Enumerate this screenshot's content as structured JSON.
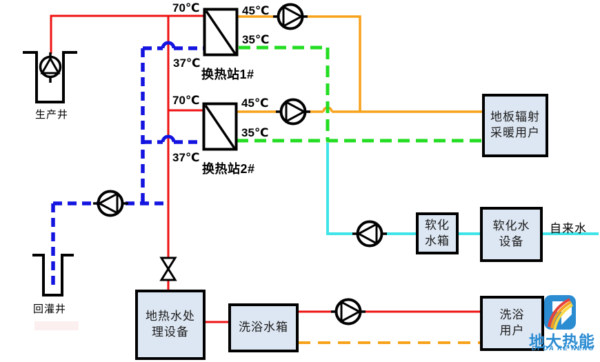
{
  "temperatures": {
    "hx1": {
      "supply": "70℃",
      "outlet": "45℃",
      "return": "35℃",
      "back": "37℃"
    },
    "hx2": {
      "supply": "70℃",
      "outlet": "45℃",
      "return": "35℃",
      "back": "37℃"
    }
  },
  "stations": {
    "hx1": "换热站1#",
    "hx2": "换热站2#"
  },
  "wells": {
    "production": "生产井",
    "reinjection": "回灌井"
  },
  "boxes": {
    "floor_users": {
      "line1": "地板辐射",
      "line2": "采暖用户"
    },
    "softened_tank": {
      "line1": "软化",
      "line2": "水箱"
    },
    "softener": {
      "line1": "软化水",
      "line2": "设备"
    },
    "treatment": {
      "line1": "地热水处",
      "line2": "理设备"
    },
    "bath_tank": {
      "line1": "洗浴水箱"
    },
    "bath_users": {
      "line1": "洗浴",
      "line2": "用户"
    }
  },
  "labels": {
    "tap_water": "自来水"
  },
  "logo": {
    "name": "地大热能",
    "romanized": "DI DA RE NENG"
  },
  "colors": {
    "hot_geothermal": "#ee1111",
    "heating_supply": "#f7a21b",
    "heating_return": "#22dd22",
    "geothermal_return": "#1414e0",
    "softened_water": "#3fe4e8",
    "box_fill": "#dde7f3",
    "logo_blue": "#2b8cd2"
  }
}
